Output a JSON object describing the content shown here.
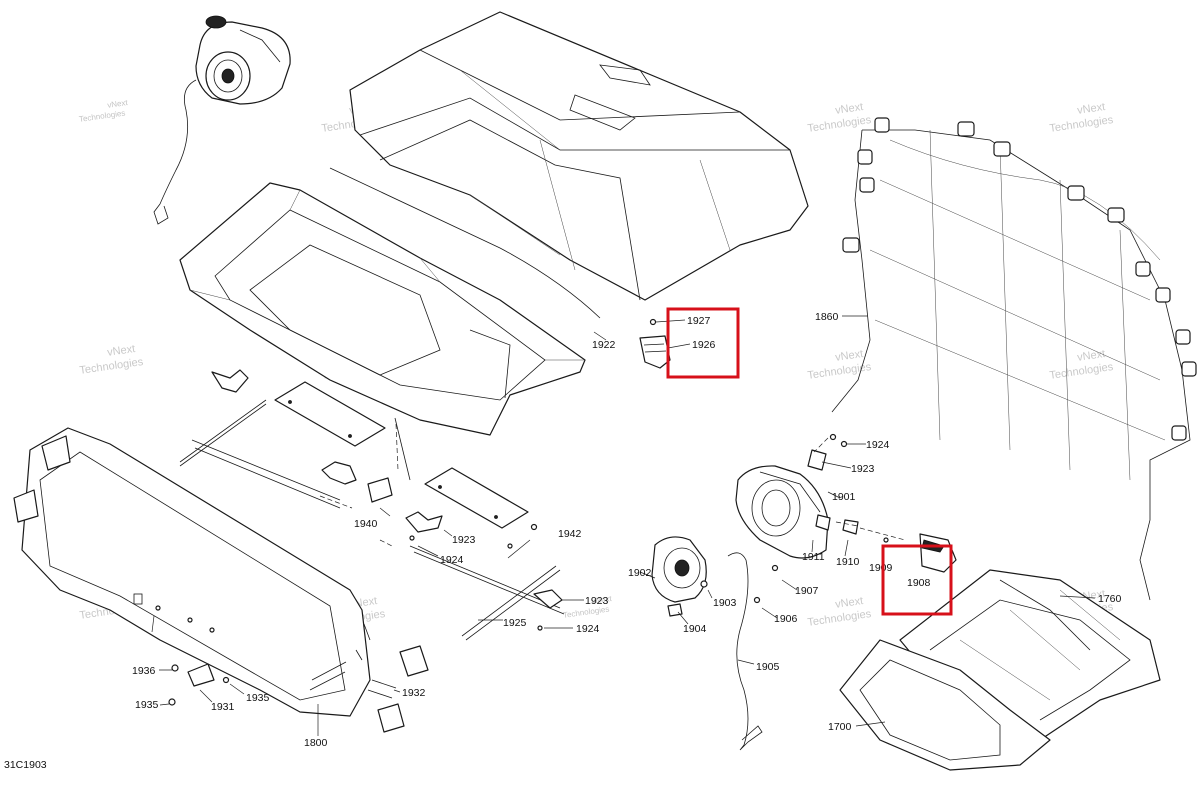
{
  "diagram": {
    "drawing_code": "31C1903",
    "watermark": {
      "line1": "vNext",
      "line2": "Technologies"
    },
    "callouts": [
      {
        "id": "c1927",
        "label": "1927"
      },
      {
        "id": "c1926",
        "label": "1926"
      },
      {
        "id": "c1922",
        "label": "1922"
      },
      {
        "id": "c1860",
        "label": "1860"
      },
      {
        "id": "c1924a",
        "label": "1924"
      },
      {
        "id": "c1923a",
        "label": "1923"
      },
      {
        "id": "c1901",
        "label": "1901"
      },
      {
        "id": "c1911",
        "label": "1911"
      },
      {
        "id": "c1910",
        "label": "1910"
      },
      {
        "id": "c1909",
        "label": "1909"
      },
      {
        "id": "c1908",
        "label": "1908"
      },
      {
        "id": "c1907",
        "label": "1907"
      },
      {
        "id": "c1906",
        "label": "1906"
      },
      {
        "id": "c1760",
        "label": "1760"
      },
      {
        "id": "c1905",
        "label": "1905"
      },
      {
        "id": "c1700",
        "label": "1700"
      },
      {
        "id": "c1902",
        "label": "1902"
      },
      {
        "id": "c1903",
        "label": "1903"
      },
      {
        "id": "c1904",
        "label": "1904"
      },
      {
        "id": "c1923b",
        "label": "1923"
      },
      {
        "id": "c1924b",
        "label": "1924"
      },
      {
        "id": "c1925",
        "label": "1925"
      },
      {
        "id": "c1940",
        "label": "1940"
      },
      {
        "id": "c1923c",
        "label": "1923"
      },
      {
        "id": "c1924c",
        "label": "1924"
      },
      {
        "id": "c1942",
        "label": "1942"
      },
      {
        "id": "c1936",
        "label": "1936"
      },
      {
        "id": "c1935a",
        "label": "1935"
      },
      {
        "id": "c1935b",
        "label": "1935"
      },
      {
        "id": "c1931",
        "label": "1931"
      },
      {
        "id": "c1932",
        "label": "1932"
      },
      {
        "id": "c1800",
        "label": "1800"
      }
    ],
    "highlight_color": "#d7101a",
    "line_color": "#1a1a1a",
    "background": "#ffffff"
  }
}
